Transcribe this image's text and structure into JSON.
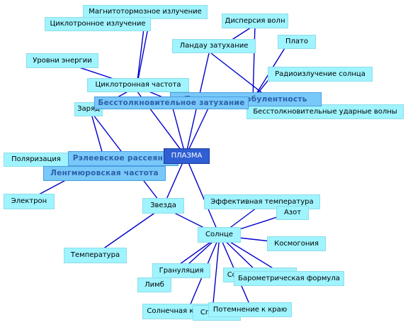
{
  "center": "ПЛАЗМА",
  "nodes": {
    "magnetobrake": "Магнитотормозное излучение",
    "cyclotron_radiation": "Циклотронное излучение",
    "dispersion": "Дисперсия волн",
    "landau": "Ландау затухание",
    "plateau": "Плато",
    "energy_levels": "Уровни энергии",
    "solar_radio": "Радиоизлучение солнца",
    "cyclotron_freq": "Циклотронная частота",
    "plasma_turbulence": "Плазменая турбулентность",
    "collisionless_damping": "Бесстолкновительное затухание",
    "charge": "Заряд",
    "collisionless_shock": "Бесстолкновительные ударные волны",
    "polarization": "Поляризация",
    "rayleigh": "Рэлеевское рассеяние",
    "langmuir": "Ленгмюровская частота",
    "electron": "Электрон",
    "effective_temp": "Эффективная температура",
    "star": "Звезда",
    "nitrogen": "Азот",
    "sun": "Солнце",
    "cosmogony": "Космогония",
    "temperature": "Температура",
    "granulation": "Грануляция",
    "solar_wind": "Солнечный ветер",
    "barometric": "Барометрическая формула",
    "limb": "Лимб",
    "limb_darkening": "Потемнение к краю",
    "corona": "Солнечная корона",
    "spicules": "Спикулы"
  }
}
